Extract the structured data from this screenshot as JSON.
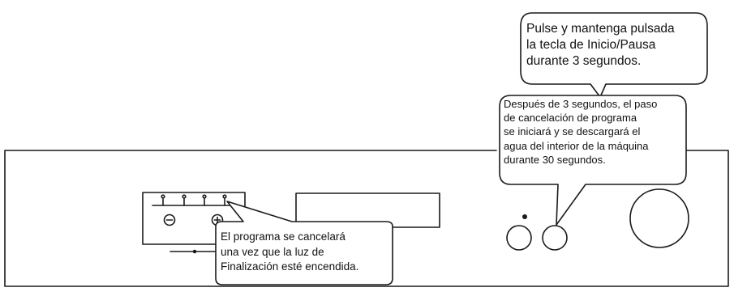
{
  "colors": {
    "stroke": "#1a1a1a",
    "background": "#ffffff",
    "text": "#111111"
  },
  "icons": {
    "minus_button": "minus-circle-icon",
    "plus_button": "plus-circle-icon"
  },
  "callouts": {
    "top": {
      "lines": [
        "Pulse y mantenga pulsada",
        "la tecla de Inicio/Pausa",
        "durante 3 segundos."
      ]
    },
    "middle": {
      "lines": [
        "Después de 3 segundos, el paso",
        "de cancelación de programa",
        "se iniciará y se descargará el",
        "agua del interior de la máquina",
        "durante 30 segundos."
      ]
    },
    "bottom": {
      "lines": [
        "El programa se cancelará",
        "una vez que la luz de",
        "Finalización esté encendida."
      ]
    }
  }
}
